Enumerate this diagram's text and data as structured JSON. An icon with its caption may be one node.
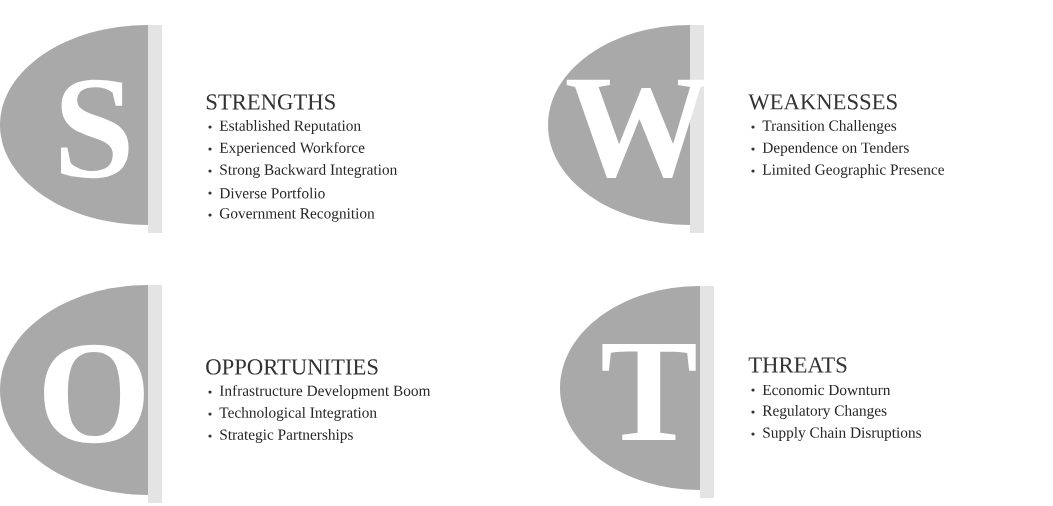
{
  "diagram": {
    "nodes": [
      {
        "text": [
          "S"
        ],
        "beside": [
          "STRENGTHS",
          "Established Reputation",
          "Experienced Workforce",
          "Strong Backward Integration",
          "Diverse Portfolio",
          "Government Recognition"
        ]
      },
      {
        "text": [
          "W"
        ],
        "beside": [
          "WEAKNESSES",
          "Transition Challenges",
          "Dependence on Tenders",
          "Limited Geographic Presence"
        ]
      },
      {
        "text": [
          "O"
        ],
        "beside": [
          "OPPORTUNITIES",
          "Infrastructure Development Boom",
          "Technological Integration",
          "Strategic Partnerships"
        ]
      },
      {
        "text": [
          "T"
        ],
        "beside": [
          "THREATS",
          "Economic Downturn",
          "Regulatory Changes",
          "Supply Chain Disruptions"
        ]
      }
    ]
  }
}
